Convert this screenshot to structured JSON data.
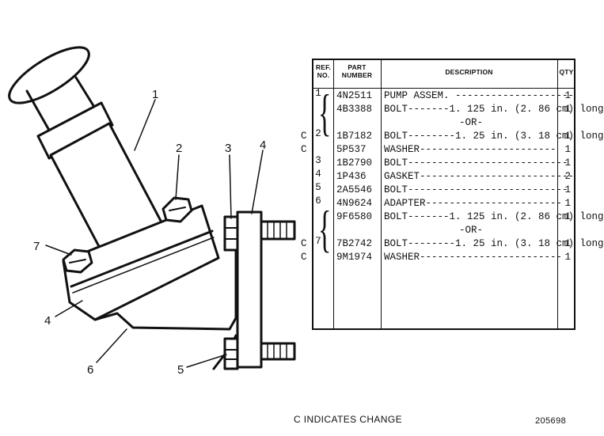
{
  "drawing": {
    "callouts": [
      "1",
      "2",
      "3",
      "4",
      "7",
      "4",
      "6",
      "5"
    ]
  },
  "table": {
    "headers": {
      "ref_line1": "REF.",
      "ref_line2": "NO.",
      "part_line1": "PART",
      "part_line2": "NUMBER",
      "description": "DESCRIPTION",
      "qty": "QTY"
    },
    "rows": [
      {
        "change": "",
        "ref": "1",
        "part": "4N2511",
        "desc": "PUMP ASSEM. --------------------",
        "qty": "1"
      },
      {
        "change": "",
        "ref": "",
        "part": "4B3388",
        "desc": "BOLT-------1. 125 in. (2. 86 cm) long",
        "qty": "1"
      },
      {
        "change": "",
        "ref": "",
        "part": "",
        "desc": "-OR-",
        "qty": ""
      },
      {
        "change": "C",
        "ref": "2",
        "part": "1B7182",
        "desc": "BOLT--------1. 25 in. (3. 18 cm) long",
        "qty": "1"
      },
      {
        "change": "C",
        "ref": "",
        "part": "5P537",
        "desc": "WASHER-----------------------",
        "qty": "1"
      },
      {
        "change": "",
        "ref": "3",
        "part": "1B2790",
        "desc": "BOLT---------------------------",
        "qty": "1"
      },
      {
        "change": "",
        "ref": "4",
        "part": "1P436",
        "desc": "GASKET--------------------------",
        "qty": "2"
      },
      {
        "change": "",
        "ref": "5",
        "part": "2A5546",
        "desc": "BOLT---------------------------",
        "qty": "1"
      },
      {
        "change": "",
        "ref": "6",
        "part": "4N9624",
        "desc": "ADAPTER-----------------------",
        "qty": "1"
      },
      {
        "change": "",
        "ref": "",
        "part": "9F6580",
        "desc": "BOLT-------1. 125 in. (2. 86 cm) long",
        "qty": "1"
      },
      {
        "change": "",
        "ref": "",
        "part": "",
        "desc": "-OR-",
        "qty": ""
      },
      {
        "change": "C",
        "ref": "7",
        "part": "7B2742",
        "desc": "BOLT--------1. 25 in. (3. 18 cm) long",
        "qty": "1"
      },
      {
        "change": "C",
        "ref": "",
        "part": "9M1974",
        "desc": "WASHER------------------------",
        "qty": "1"
      }
    ]
  },
  "footer": {
    "legend": "C INDICATES CHANGE",
    "figure_number": "205698"
  }
}
